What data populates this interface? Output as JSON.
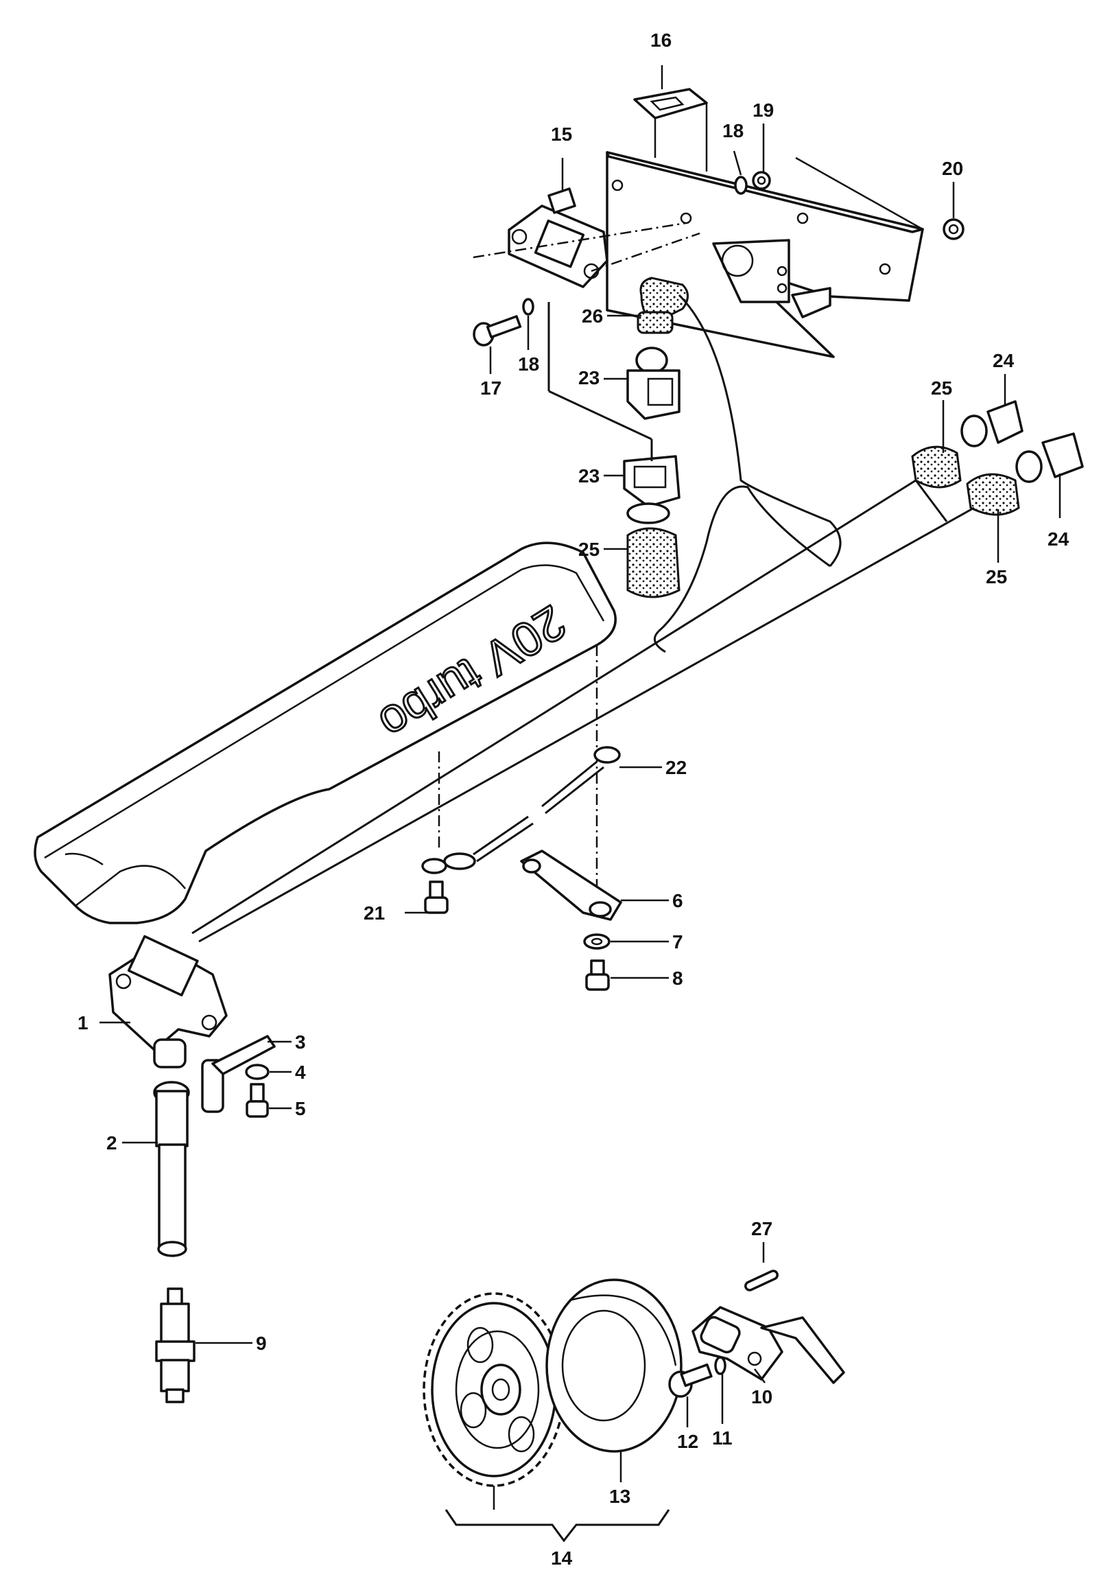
{
  "diagram": {
    "callouts": [
      {
        "id": "1",
        "text": "1"
      },
      {
        "id": "2",
        "text": "2"
      },
      {
        "id": "3",
        "text": "3"
      },
      {
        "id": "4",
        "text": "4"
      },
      {
        "id": "5",
        "text": "5"
      },
      {
        "id": "6",
        "text": "6"
      },
      {
        "id": "7",
        "text": "7"
      },
      {
        "id": "8",
        "text": "8"
      },
      {
        "id": "9",
        "text": "9"
      },
      {
        "id": "10",
        "text": "10"
      },
      {
        "id": "11",
        "text": "11"
      },
      {
        "id": "12",
        "text": "12"
      },
      {
        "id": "13",
        "text": "13"
      },
      {
        "id": "14",
        "text": "14"
      },
      {
        "id": "15",
        "text": "15"
      },
      {
        "id": "16",
        "text": "16"
      },
      {
        "id": "17",
        "text": "17"
      },
      {
        "id": "18a",
        "text": "18"
      },
      {
        "id": "18b",
        "text": "18"
      },
      {
        "id": "19",
        "text": "19"
      },
      {
        "id": "20",
        "text": "20"
      },
      {
        "id": "21",
        "text": "21"
      },
      {
        "id": "22",
        "text": "22"
      },
      {
        "id": "23a",
        "text": "23"
      },
      {
        "id": "23b",
        "text": "23"
      },
      {
        "id": "24a",
        "text": "24"
      },
      {
        "id": "24b",
        "text": "24"
      },
      {
        "id": "25a",
        "text": "25"
      },
      {
        "id": "25b",
        "text": "25"
      },
      {
        "id": "25c",
        "text": "25"
      },
      {
        "id": "26",
        "text": "26"
      },
      {
        "id": "27",
        "text": "27"
      }
    ],
    "cover_text": "20V turbo"
  }
}
